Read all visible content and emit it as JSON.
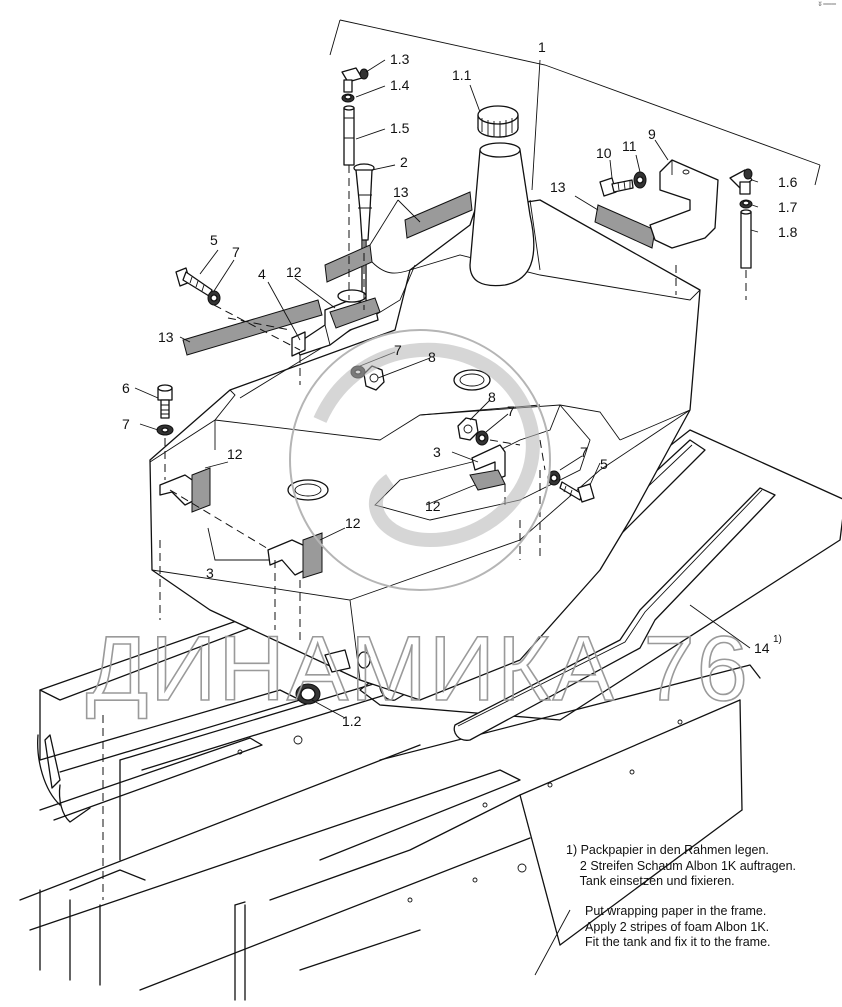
{
  "callouts": {
    "c1": "1",
    "c1_1": "1.1",
    "c1_2": "1.2",
    "c1_3": "1.3",
    "c1_4": "1.4",
    "c1_5": "1.5",
    "c1_6": "1.6",
    "c1_7": "1.7",
    "c1_8": "1.8",
    "c2": "2",
    "c3": "3",
    "c4": "4",
    "c5": "5",
    "c6": "6",
    "c7": "7",
    "c8": "8",
    "c9": "9",
    "c10": "10",
    "c11": "11",
    "c12": "12",
    "c13": "13",
    "c14": "14",
    "c14_sup": "1)"
  },
  "watermark": "ДИНАМИКА 76",
  "notes": {
    "german": "1) Packpapier in den Rahmen legen.\n    2 Streifen Schaum Albon 1K auftragen.\n    Tank einsetzen und fixieren.",
    "english": "Put wrapping paper in the frame.\nApply 2 stripes of foam Albon 1K.\nFit the tank and fix it to the frame."
  },
  "corner_mark": "ʬ ═══"
}
